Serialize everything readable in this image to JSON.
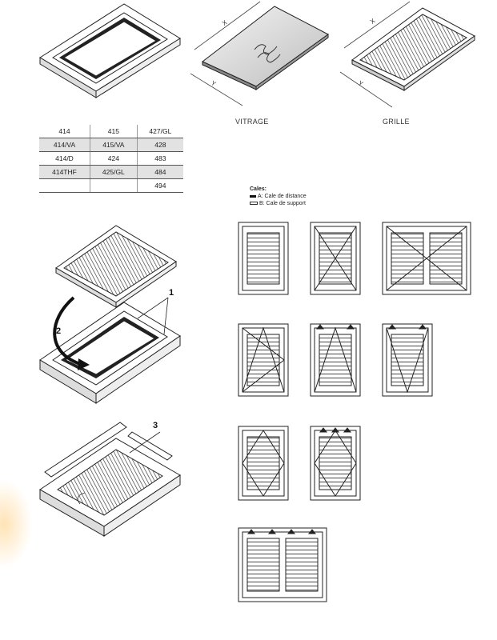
{
  "labels": {
    "vitrage": "VITRAGE",
    "grille": "GRILLE",
    "x": "X",
    "y": "Y"
  },
  "table": {
    "rows": [
      [
        "414",
        "415",
        "427/GL"
      ],
      [
        "414/VA",
        "415/VA",
        "428"
      ],
      [
        "414/D",
        "424",
        "483"
      ],
      [
        "414THF",
        "425/GL",
        "484"
      ],
      [
        "",
        "",
        "494"
      ]
    ]
  },
  "legend": {
    "title": "Cales:",
    "a": "A: Cale de distance",
    "b": "B: Cale de support"
  },
  "steps": {
    "one": "1",
    "two": "2",
    "three": "3"
  }
}
